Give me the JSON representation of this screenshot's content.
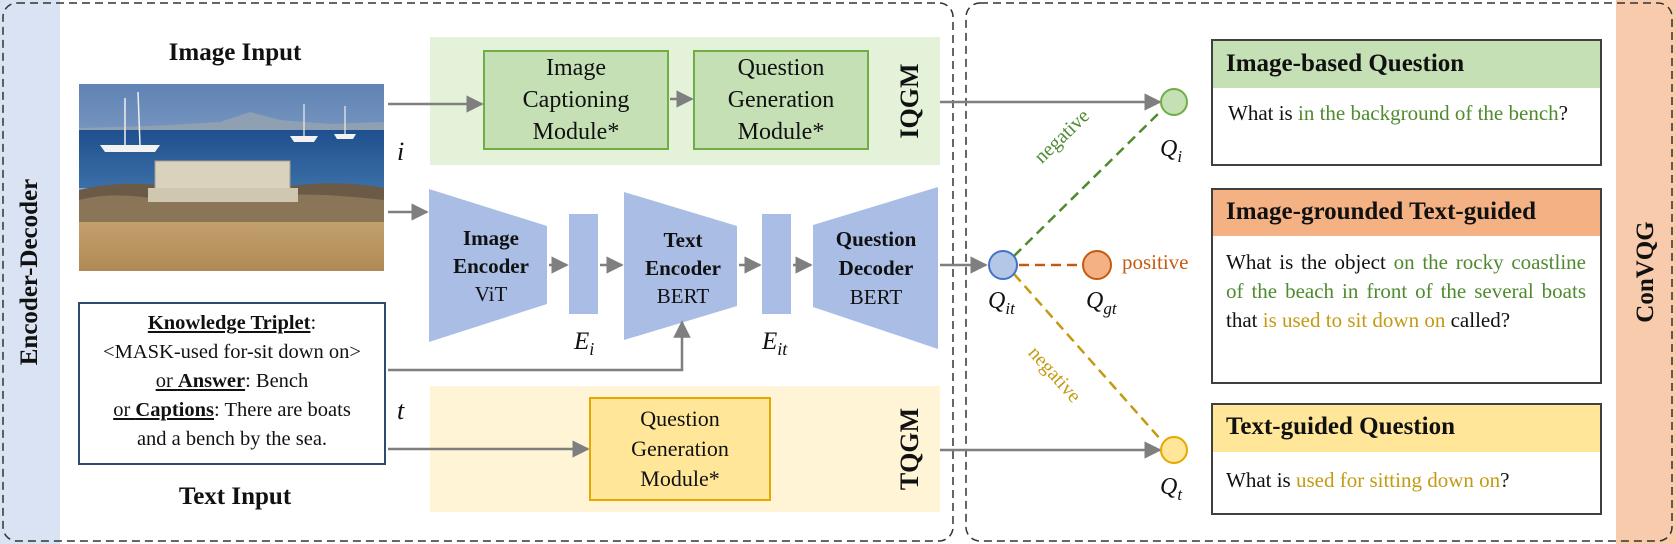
{
  "left_panel": {
    "side_label": "Encoder-Decoder",
    "image_input_title": "Image Input",
    "text_input_title": "Text Input",
    "var_i": "i",
    "var_t": "t",
    "knowledge": {
      "line1_bold": "Knowledge Triplet",
      "line1_rest": ":",
      "line2": "<MASK-used for-sit down on>",
      "line3_pre": "or ",
      "line3_bold": "Answer",
      "line3_rest": ": Bench",
      "line4_pre": "or ",
      "line4_bold": "Captions",
      "line4_rest": ": There are boats",
      "line5": "and a bench by the sea."
    },
    "iqgm": {
      "label": "IQGM",
      "box1": [
        "Image",
        "Captioning",
        "Module*"
      ],
      "box2": [
        "Question",
        "Generation",
        "Module*"
      ]
    },
    "tqgm": {
      "label": "TQGM",
      "box": [
        "Question",
        "Generation",
        "Module*"
      ]
    },
    "image_encoder": {
      "title1": "Image",
      "title2": "Encoder",
      "sub": "ViT"
    },
    "text_encoder": {
      "title1": "Text",
      "title2": "Encoder",
      "sub": "BERT"
    },
    "question_decoder": {
      "title1": "Question",
      "title2": "Decoder",
      "sub": "BERT"
    },
    "e_i": {
      "base": "E",
      "sub": "i"
    },
    "e_it": {
      "base": "E",
      "sub": "it"
    }
  },
  "right_panel": {
    "side_label": "ConVQG",
    "q_i": {
      "base": "Q",
      "sub": "i"
    },
    "q_it": {
      "base": "Q",
      "sub": "it"
    },
    "q_gt": {
      "base": "Q",
      "sub": "gt"
    },
    "q_t": {
      "base": "Q",
      "sub": "t"
    },
    "neg_top": "negative",
    "neg_bottom": "negative",
    "positive": "positive",
    "card_image": {
      "title": "Image-based Question",
      "text_parts": [
        {
          "text": "What is ",
          "color": "#111111"
        },
        {
          "text": "in the background of the bench",
          "color": "#4f8a2f"
        },
        {
          "text": "?",
          "color": "#111111"
        }
      ]
    },
    "card_grounded": {
      "title": "Image-grounded Text-guided",
      "text_parts": [
        {
          "text": "What is the object ",
          "color": "#111111"
        },
        {
          "text": "on the rocky coastline of the beach in front of the several boats",
          "color": "#4f8a2f"
        },
        {
          "text": " that ",
          "color": "#111111"
        },
        {
          "text": "is used to sit down on",
          "color": "#c49a12"
        },
        {
          "text": " called?",
          "color": "#111111"
        }
      ]
    },
    "card_text": {
      "title": "Text-guided Question",
      "text_parts": [
        {
          "text": "What is ",
          "color": "#111111"
        },
        {
          "text": "used for sitting down on",
          "color": "#c49a12"
        },
        {
          "text": "?",
          "color": "#111111"
        }
      ]
    }
  },
  "colors": {
    "green_light": "#e3f2d9",
    "green_box": "#c5e0b4",
    "green_border": "#70ad47",
    "yellow_light": "#fff4d6",
    "yellow_box": "#ffe699",
    "yellow_border": "#e6a800",
    "blue_block": "#a9bde5",
    "orange_title": "#f4b183",
    "side_blue": "#dae3f3",
    "side_orange": "#f8cbad"
  }
}
